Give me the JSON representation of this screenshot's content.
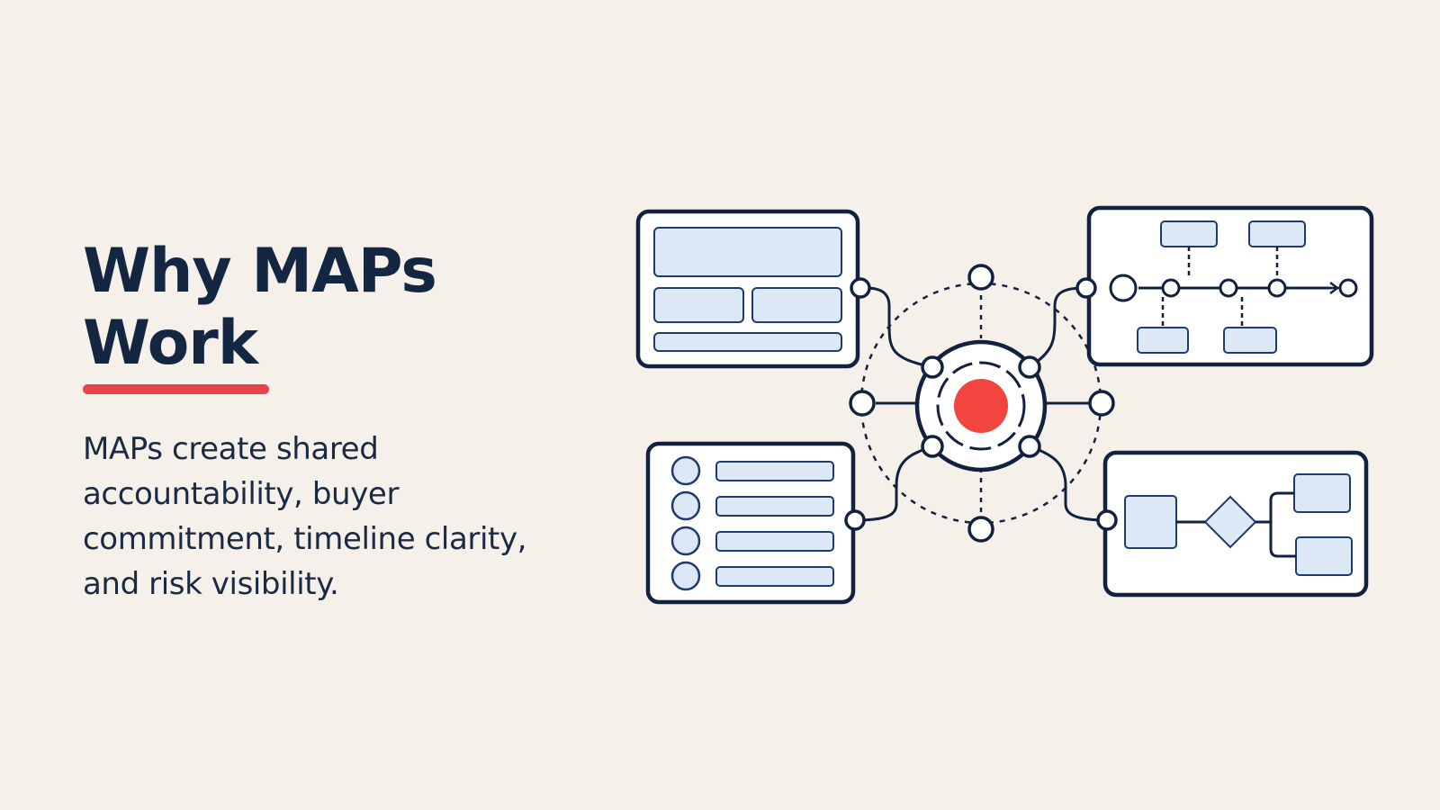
{
  "slide": {
    "title_line_1": "Why MAPs",
    "title_line_2": "Work",
    "body": "MAPs create shared accountability, buyer commitment, timeline clarity, and risk visibility."
  },
  "colors": {
    "background": "#F5F1EA",
    "title": "#142742",
    "body_text": "#1B2A44",
    "accent_red": "#E8434B",
    "line_navy": "#12213F",
    "panel_fill": "#FFFFFF",
    "block_fill": "#DCE8F6",
    "block_stroke": "#1E3A6E",
    "hub_red": "#F2453F"
  },
  "illustration": {
    "hub": "central-hub",
    "panels": [
      "layout-panel",
      "timeline-panel",
      "checklist-panel",
      "flowchart-panel"
    ]
  }
}
